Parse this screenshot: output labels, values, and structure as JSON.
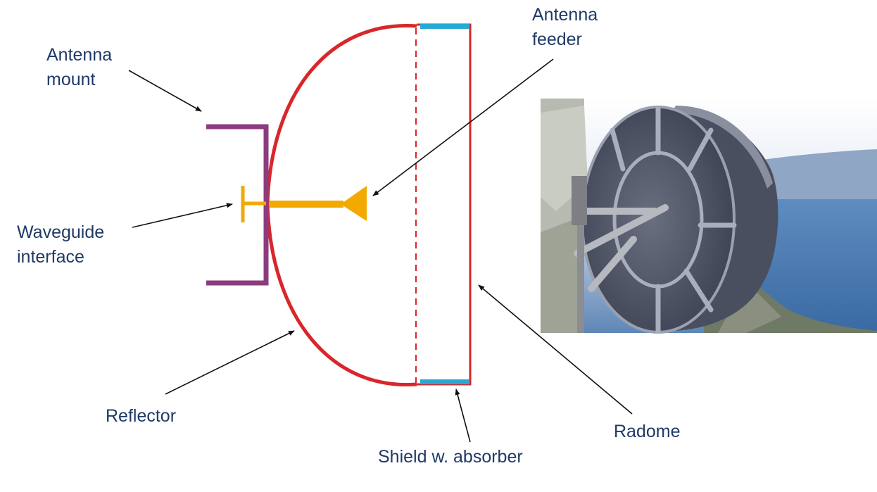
{
  "labels": {
    "antenna_mount": [
      "Antenna",
      "mount"
    ],
    "waveguide_interface": [
      "Waveguide",
      "interface"
    ],
    "reflector": "Reflector",
    "antenna_feeder": [
      "Antenna",
      "feeder"
    ],
    "shield": "Shield w. absorber",
    "radome": "Radome"
  },
  "colors": {
    "reflector": "#d9262b",
    "mount": "#8c3b7f",
    "feeder": "#f2a900",
    "shield": "#2aa8d2",
    "label": "#1f3a66",
    "arrow": "#111111"
  },
  "photo": {
    "subject": "dish-antenna-with-radome"
  }
}
